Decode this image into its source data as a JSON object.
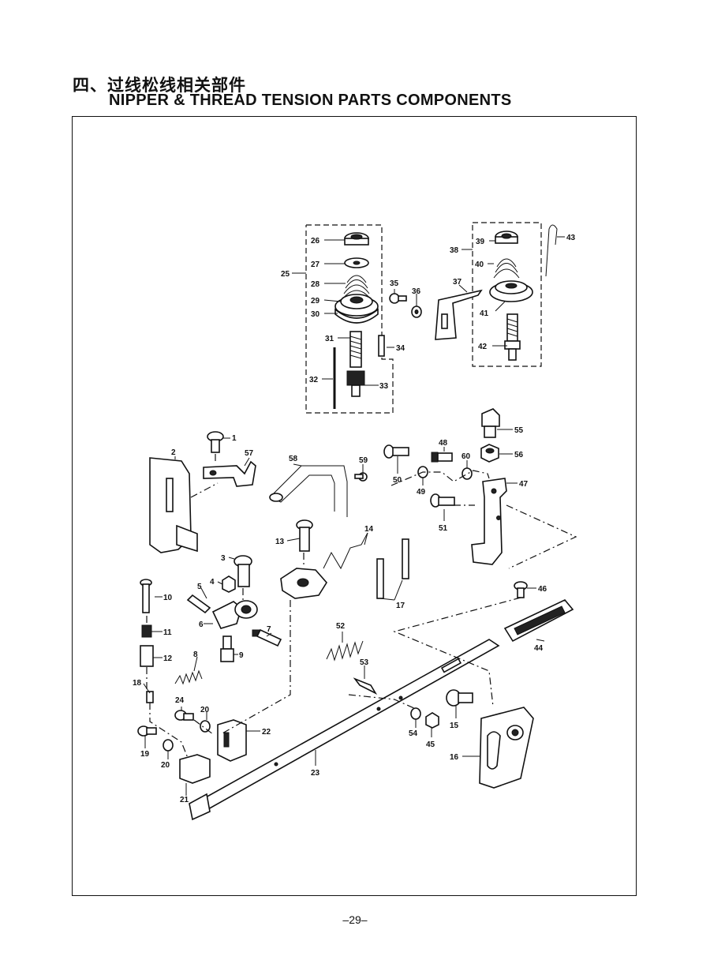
{
  "header": {
    "title_cn": "四、过线松线相关部件",
    "title_en": "NIPPER & THREAD TENSION PARTS COMPONENTS"
  },
  "footer": {
    "page_number": "–29–"
  },
  "callouts": [
    "1",
    "2",
    "3",
    "4",
    "5",
    "6",
    "7",
    "8",
    "9",
    "10",
    "11",
    "12",
    "13",
    "14",
    "15",
    "16",
    "17",
    "18",
    "19",
    "20",
    "20",
    "21",
    "22",
    "23",
    "24",
    "25",
    "26",
    "27",
    "28",
    "29",
    "30",
    "31",
    "32",
    "33",
    "34",
    "35",
    "36",
    "37",
    "38",
    "39",
    "40",
    "41",
    "42",
    "43",
    "44",
    "45",
    "46",
    "47",
    "48",
    "49",
    "50",
    "51",
    "52",
    "53",
    "54",
    "55",
    "56",
    "57",
    "58",
    "59",
    "60"
  ]
}
